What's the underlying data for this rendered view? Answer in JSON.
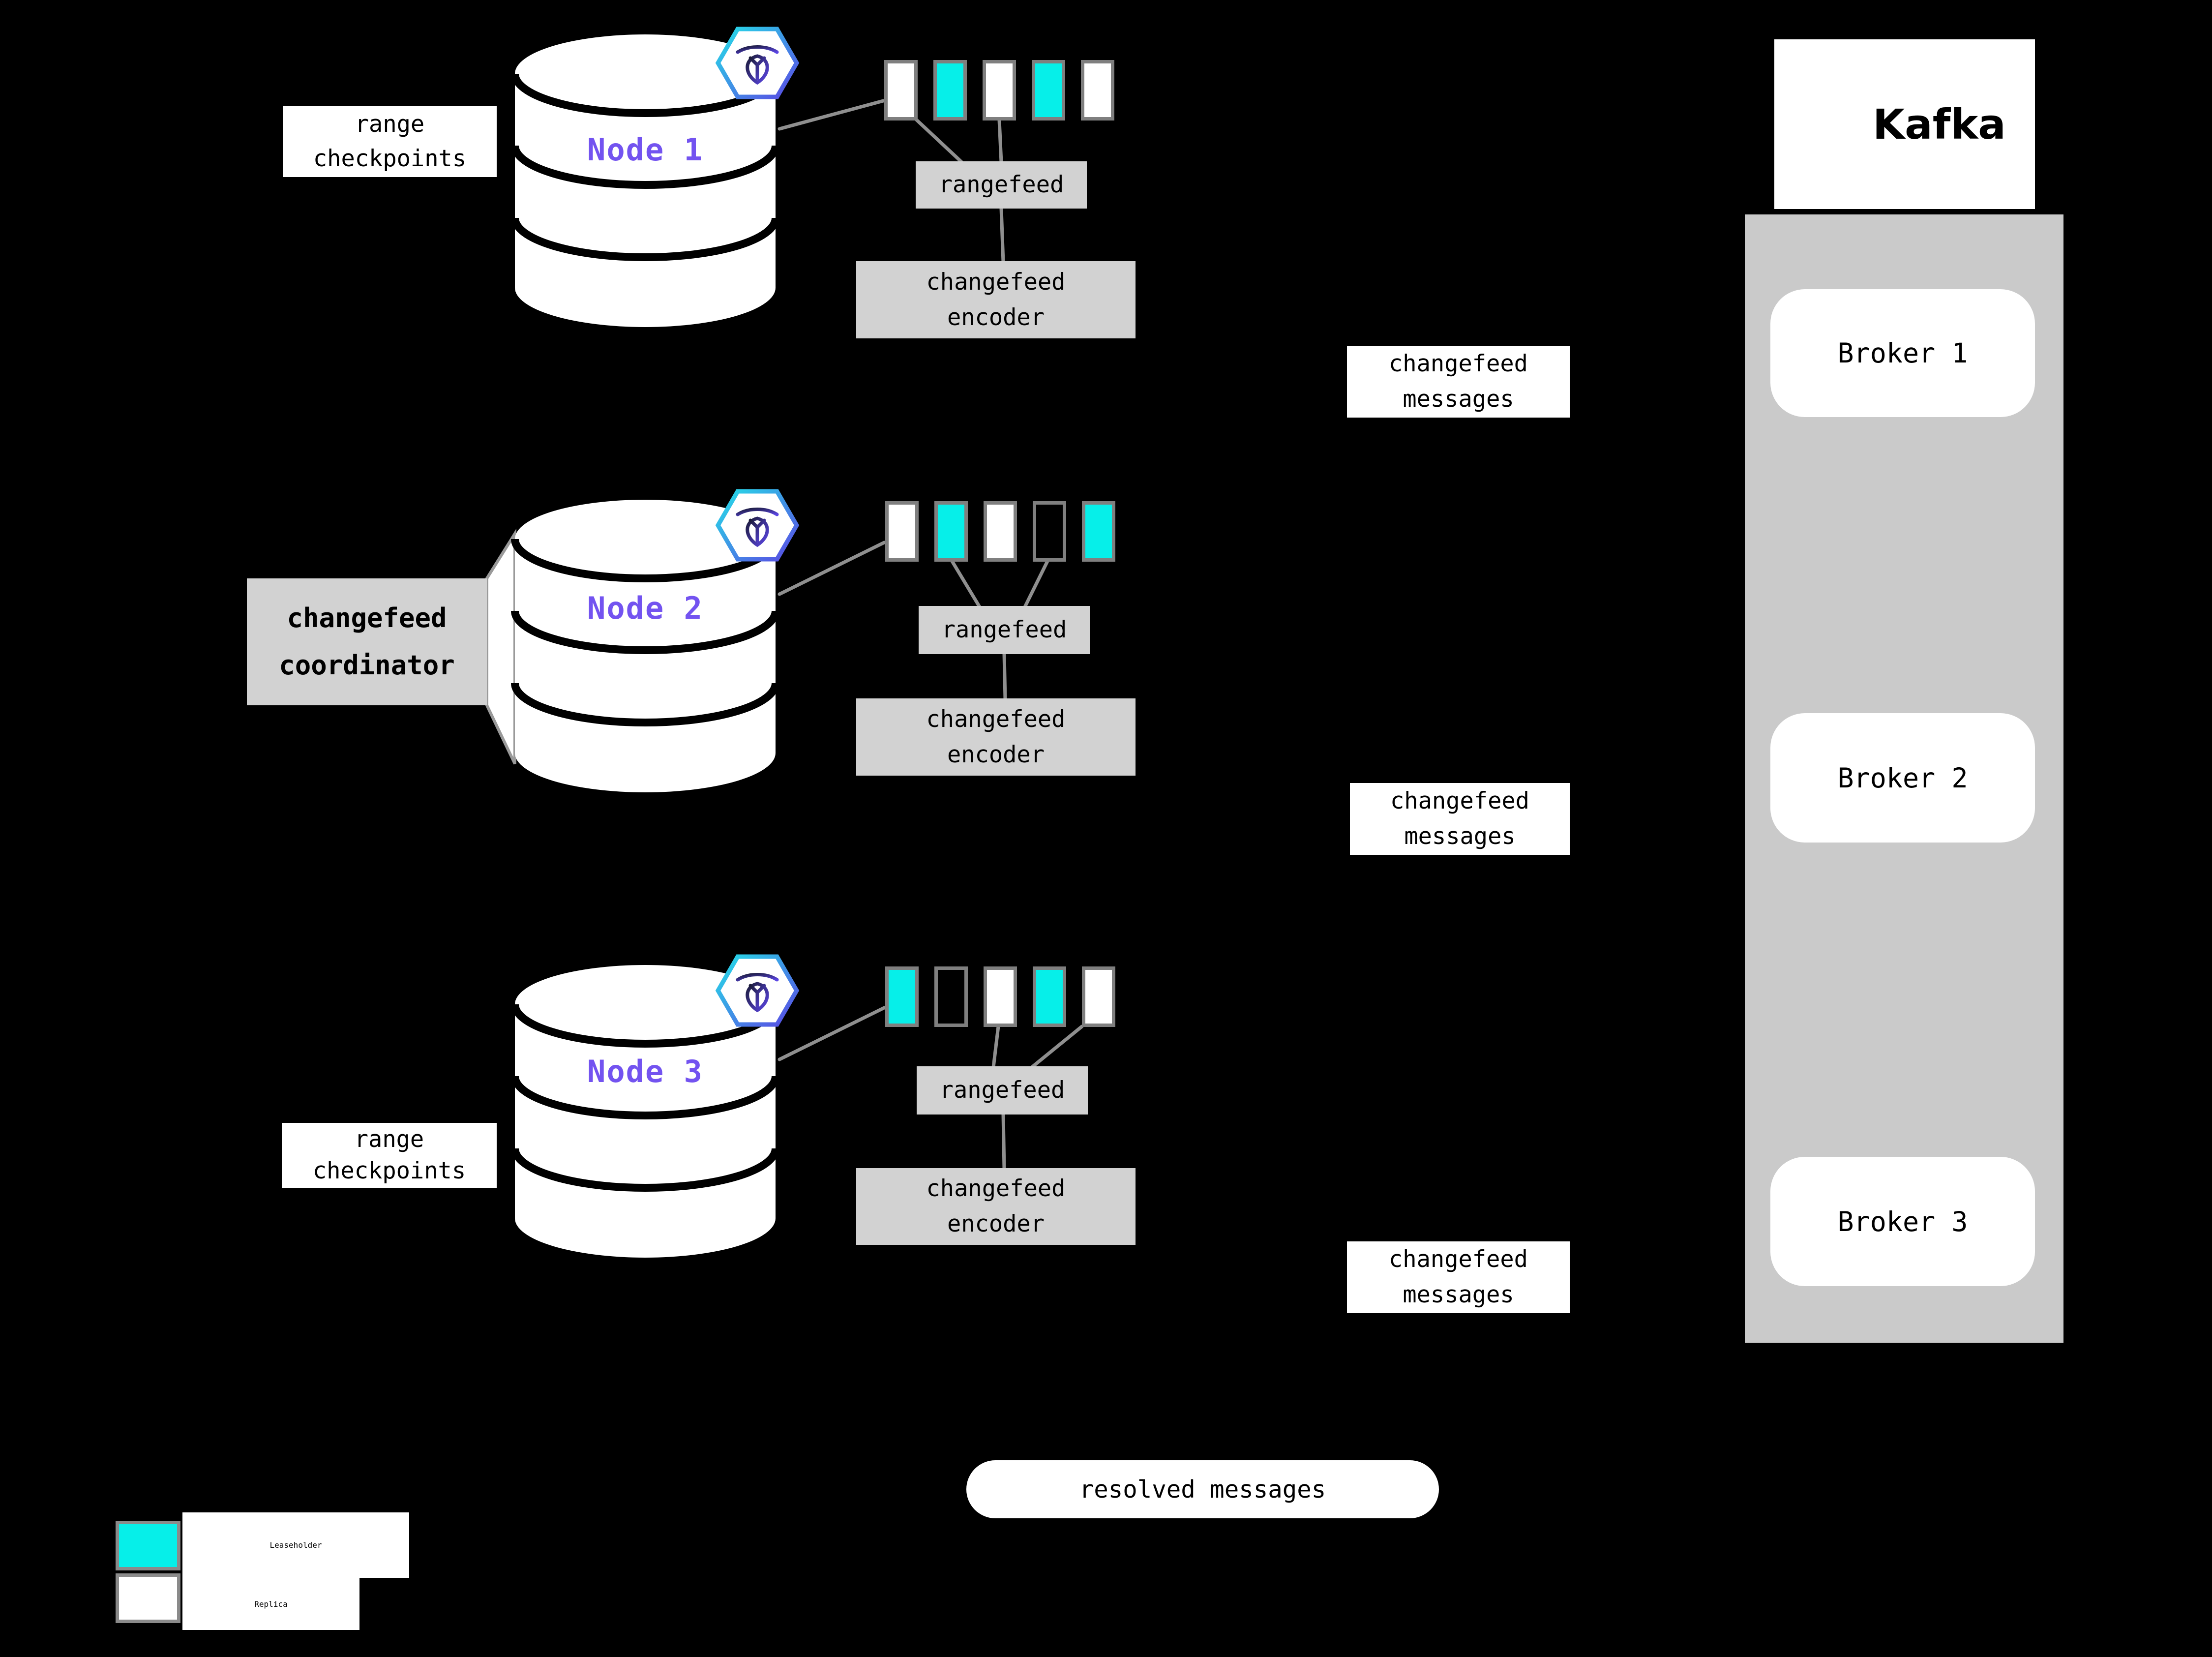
{
  "labels": {
    "rangefeed": "rangefeed",
    "encoder": [
      "changefeed",
      "encoder"
    ],
    "messages": [
      "changefeed",
      "messages"
    ],
    "checkpoints": [
      "range",
      "checkpoints"
    ],
    "coordinator": [
      "changefeed",
      "coordinator"
    ],
    "resolved": "resolved messages"
  },
  "nodes": [
    {
      "label": "Node 1",
      "ranges": [
        "replica",
        "leaseholder",
        "replica",
        "leaseholder",
        "replica"
      ]
    },
    {
      "label": "Node 2",
      "ranges": [
        "replica",
        "leaseholder",
        "replica",
        "empty",
        "leaseholder"
      ]
    },
    {
      "label": "Node 3",
      "ranges": [
        "leaseholder",
        "empty",
        "replica",
        "leaseholder",
        "replica"
      ]
    }
  ],
  "kafka": {
    "wordmark": "Kafka",
    "brokers": [
      "Broker 1",
      "Broker 2",
      "Broker 3"
    ]
  },
  "legend": {
    "items": [
      {
        "type": "leaseholder",
        "label": "Leaseholder"
      },
      {
        "type": "replica",
        "label": "Replica"
      }
    ]
  },
  "colors": {
    "background": "#000000",
    "leaseholder_cyan": "#06EFE9",
    "replica_white": "#FFFFFF",
    "node_label_purple": "#7353F0",
    "box_gray": "#D2D2D2",
    "kafka_column_gray": "#CACACA",
    "connector_gray": "#8F8F8F"
  }
}
